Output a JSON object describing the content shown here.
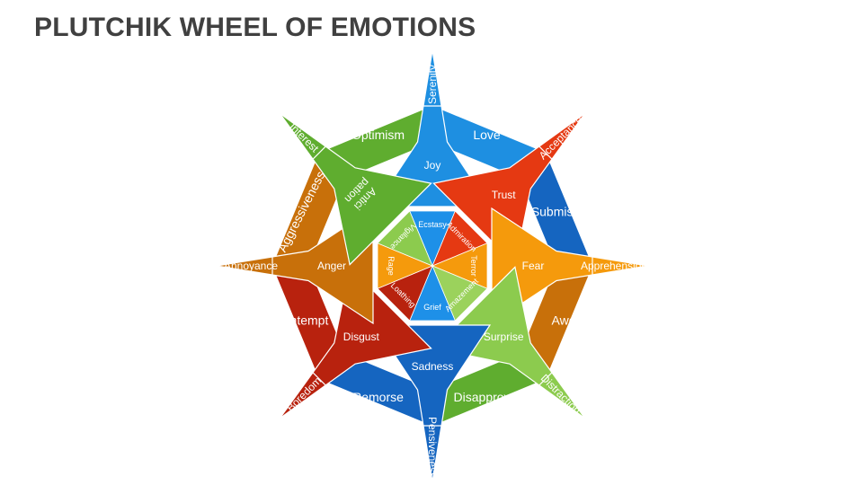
{
  "title": "PLUTCHIK WHEEL OF EMOTIONS",
  "colors": {
    "joy": "#1E8FE1",
    "trust": "#E53912",
    "fear": "#F59A0C",
    "surprise": "#8CCB4E",
    "sadness": "#1565C0",
    "disgust": "#B8220E",
    "anger": "#C8700A",
    "anticipation": "#5FAD2F",
    "core_joy": "#1E90E8",
    "core_trust": "#E53912",
    "core_fear": "#F59A0C",
    "core_surprise": "#9BD25C",
    "core_sadness": "#1E90E8",
    "core_disgust": "#B8220E",
    "core_anger": "#F59A0C",
    "core_anticipation": "#8CCB4E"
  },
  "petals": [
    {
      "key": "joy",
      "mild": "Serenity",
      "basic": "Joy",
      "intense": "Ecstasy"
    },
    {
      "key": "trust",
      "mild": "Acceptance",
      "basic": "Trust",
      "intense": "Admiration"
    },
    {
      "key": "fear",
      "mild": "Apprehension",
      "basic": "Fear",
      "intense": "Terror"
    },
    {
      "key": "surprise",
      "mild": "Distraction",
      "basic": "Surprise",
      "intense": "Amazement"
    },
    {
      "key": "sadness",
      "mild": "Pensiveness",
      "basic": "Sadness",
      "intense": "Grief"
    },
    {
      "key": "disgust",
      "mild": "Boredom",
      "basic": "Disgust",
      "intense": "Loathing"
    },
    {
      "key": "anger",
      "mild": "Annoyance",
      "basic": "Anger",
      "intense": "Rage"
    },
    {
      "key": "anticipation",
      "mild": "Interest",
      "basic": "Anticipation",
      "basic_lines": [
        "Antici",
        "pation"
      ],
      "intense": "Vigilance"
    }
  ],
  "dyads": [
    {
      "label": "Love",
      "color_key": "joy"
    },
    {
      "label": "Submission",
      "color_key": "sadness"
    },
    {
      "label": "Awe",
      "color_key": "anger"
    },
    {
      "label": "Disapproval",
      "color_key": "anticipation"
    },
    {
      "label": "Remorse",
      "color_key": "sadness"
    },
    {
      "label": "Contempt",
      "color_key": "disgust"
    },
    {
      "label": "Aggressiveness",
      "color_key": "anger"
    },
    {
      "label": "Optimism",
      "color_key": "anticipation"
    }
  ]
}
